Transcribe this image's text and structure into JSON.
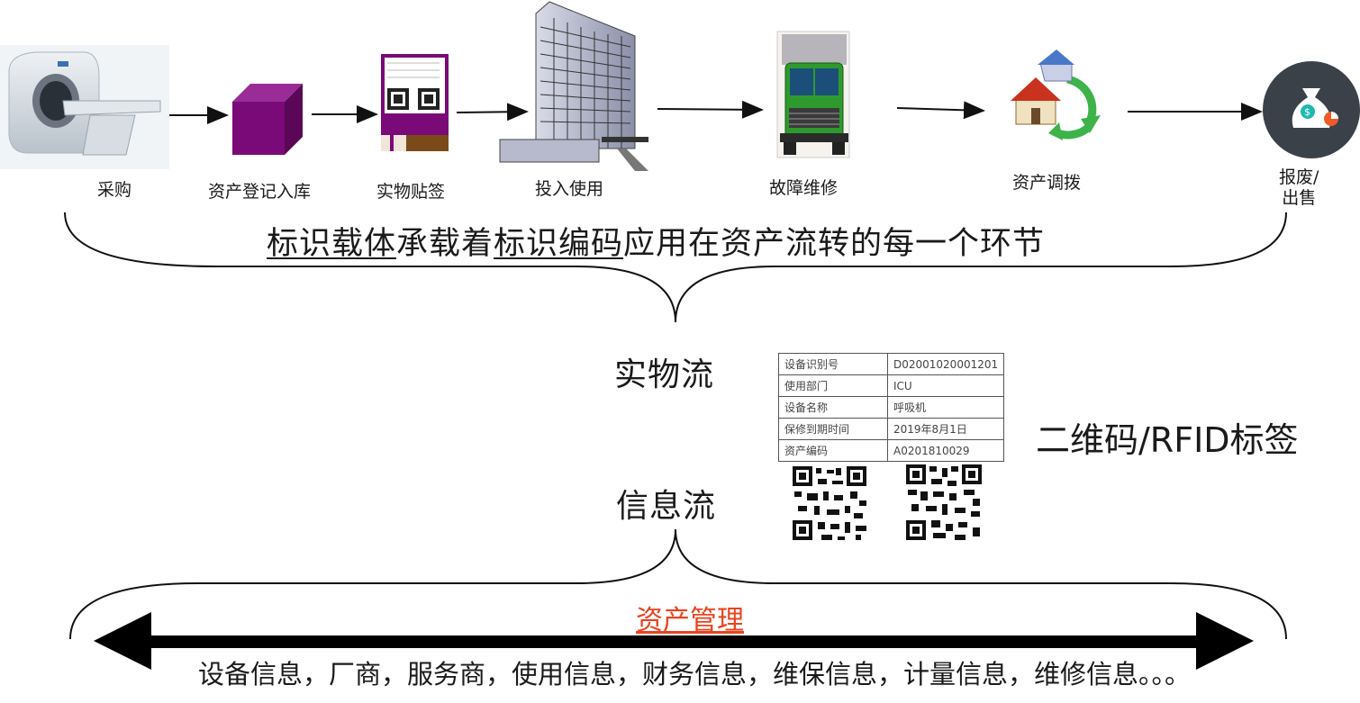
{
  "steps": [
    {
      "label": "采购",
      "icon": "ct-scanner-icon"
    },
    {
      "label": "资产登记入库",
      "icon": "purple-box-icon"
    },
    {
      "label": "实物贴签",
      "icon": "qr-label-card-icon"
    },
    {
      "label": "投入使用",
      "icon": "hospital-building-icon"
    },
    {
      "label": "故障维修",
      "icon": "truck-icon"
    },
    {
      "label": "资产调拨",
      "icon": "houses-transfer-icon"
    },
    {
      "label_line1": "报废/",
      "label_line2": "出售",
      "icon": "money-bag-icon"
    }
  ],
  "headline": {
    "part1": "标识载体",
    "part2": "承载着",
    "part3": "标识编码",
    "part4": "应用在资产流转的每一个环节"
  },
  "flows": {
    "physical": "实物流",
    "info": "信息流"
  },
  "label_table": {
    "rows": [
      {
        "key": "设备识别号",
        "value": "D02001020001201"
      },
      {
        "key": "使用部门",
        "value": "ICU"
      },
      {
        "key": "设备名称",
        "value": "呼吸机"
      },
      {
        "key": "保修到期时间",
        "value": "2019年8月1日"
      },
      {
        "key": "资产编码",
        "value": "A0201810029"
      }
    ]
  },
  "rfid_title": "二维码/RFID标签",
  "asset_management": "资产管理",
  "info_list": "设备信息，厂商，服务商，使用信息，财务信息，维保信息，计量信息，维修信息。。。",
  "colors": {
    "purple": "#7a0a78",
    "truck_green": "#2e9a2e",
    "highlight_red": "#e8431f",
    "dark_circle": "#3a4149"
  }
}
